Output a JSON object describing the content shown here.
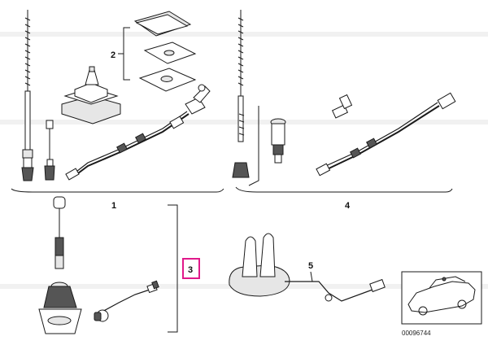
{
  "callouts": {
    "c1": "1",
    "c2": "2",
    "c3": "3",
    "c4": "4",
    "c5": "5"
  },
  "inset": {
    "reference_number": "00096744"
  },
  "colors": {
    "highlight": "#e0198a",
    "line": "#1a1a1a"
  }
}
